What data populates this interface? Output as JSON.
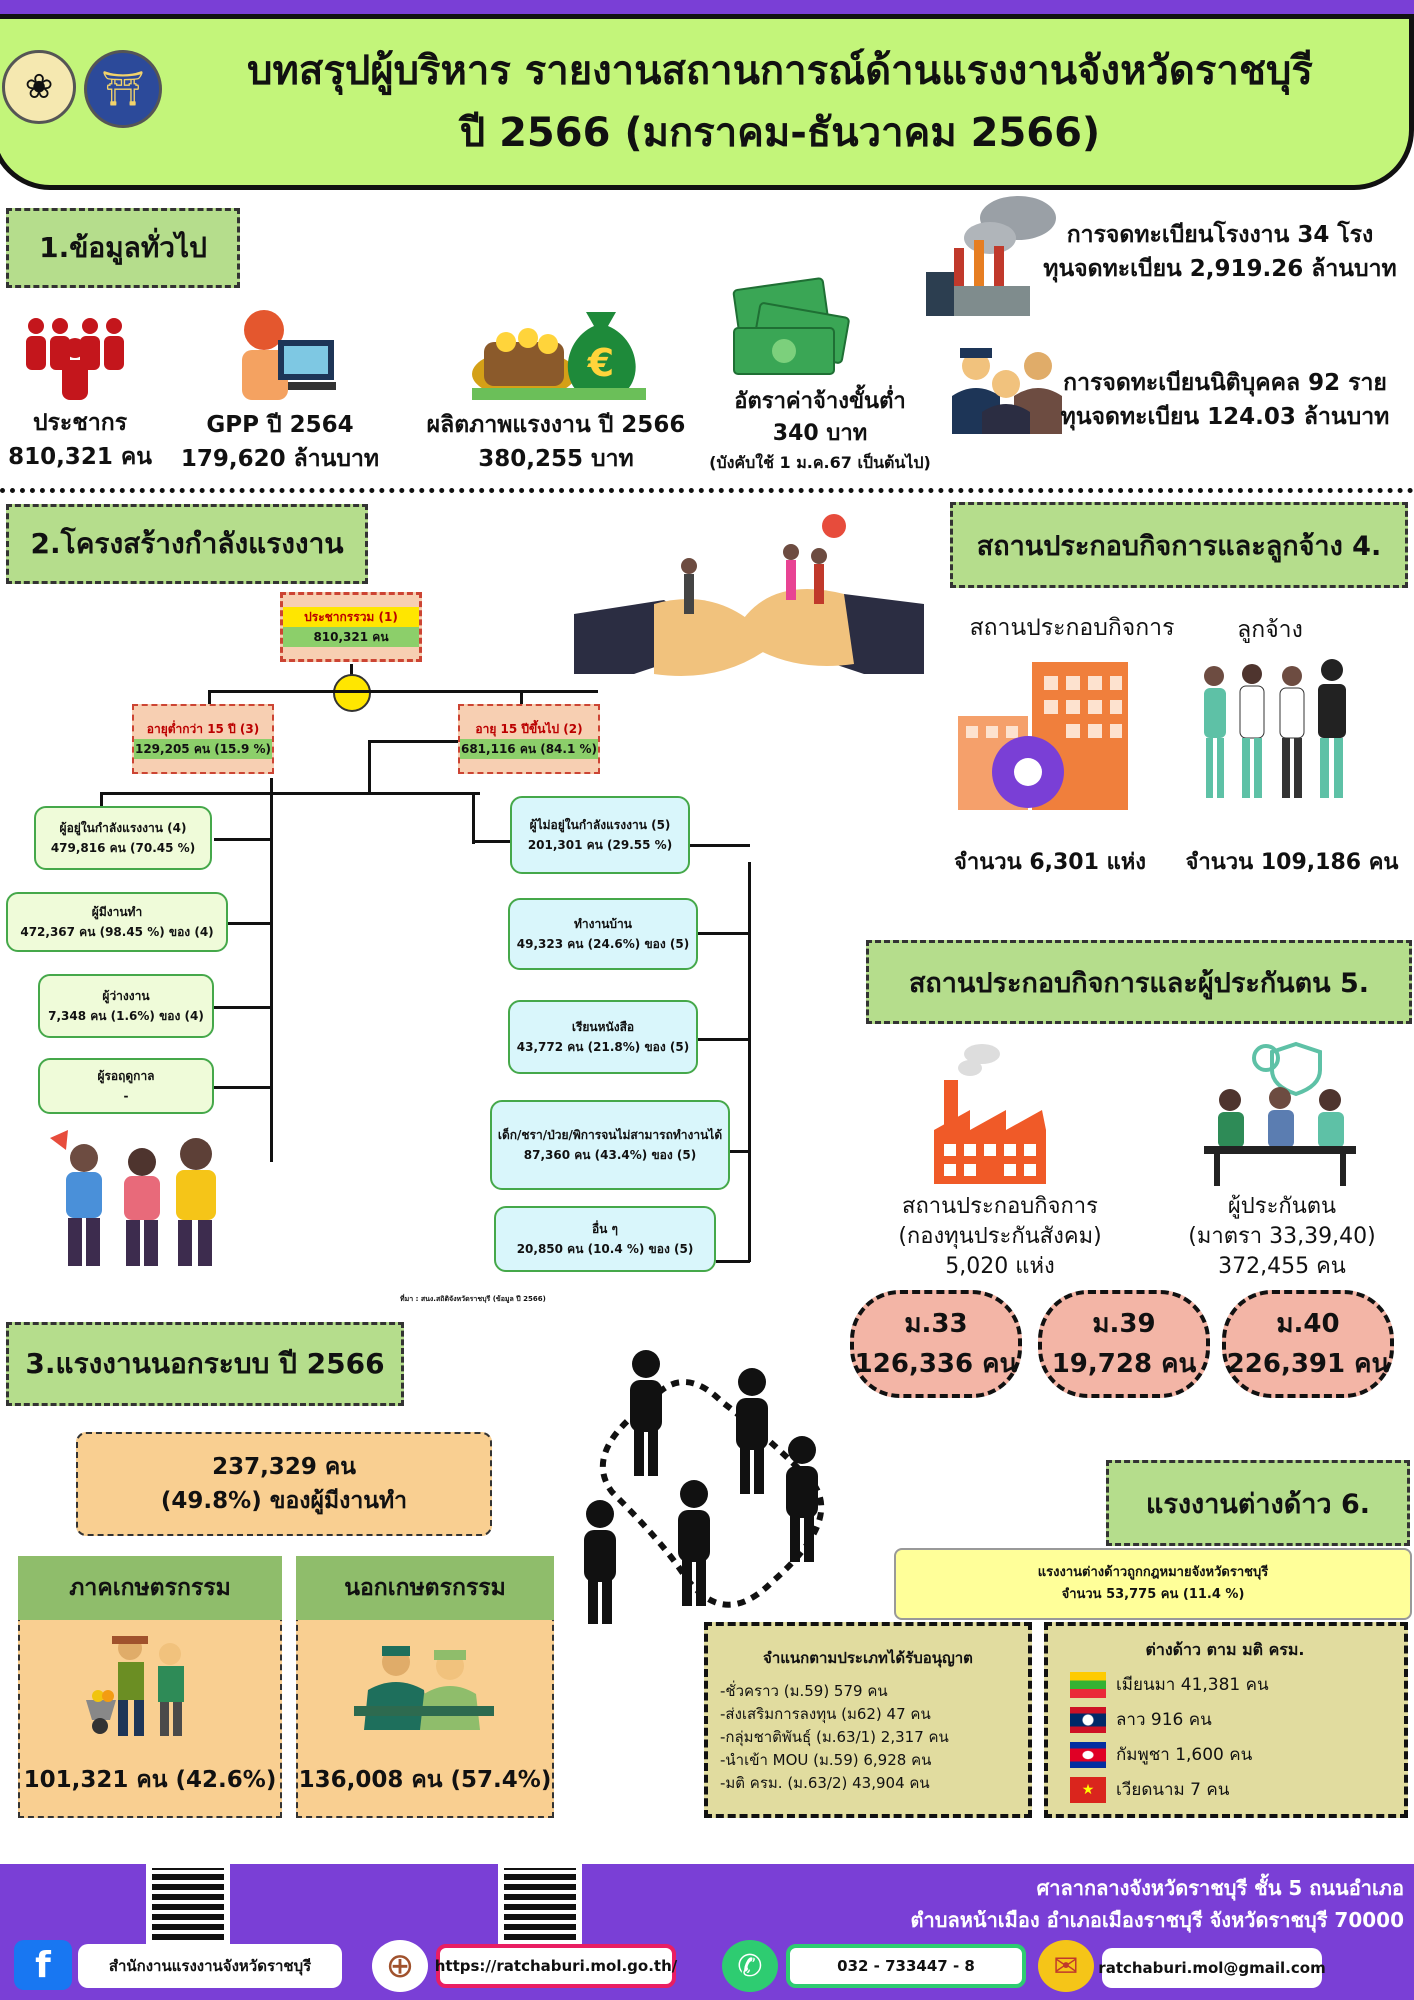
{
  "header": {
    "line1": "บทสรุปผู้บริหาร รายงานสถานการณ์ด้านแรงงานจังหวัดราชบุรี",
    "line2": "ปี 2566 (มกราคม-ธันวาคม 2566)"
  },
  "section1": {
    "title": "1.ข้อมูลทั่วไป",
    "population_label": "ประชากร",
    "population_value": "810,321 คน",
    "gpp_label": "GPP ปี 2564",
    "gpp_value": "179,620 ล้านบาท",
    "productivity_label": "ผลิตภาพแรงงาน ปี 2566",
    "productivity_value": "380,255 บาท",
    "wage_label": "อัตราค่าจ้างขั้นต่ำ",
    "wage_value": "340 บาท",
    "wage_note": "(บังคับใช้ 1 ม.ค.67 เป็นต้นไป)",
    "factory_line1": "การจดทะเบียนโรงงาน 34 โรง",
    "factory_line2": "ทุนจดทะเบียน 2,919.26 ล้านบาท",
    "juristic_line1": "การจดทะเบียนนิติบุคคล 92 ราย",
    "juristic_line2": "ทุนจดทะเบียน 124.03 ล้านบาท"
  },
  "section2": {
    "title": "2.โครงสร้างกำลังแรงงาน",
    "root": {
      "label": "ประชากรรวม (1)",
      "value": "810,321 คน"
    },
    "under15": {
      "label": "อายุต่ำกว่า 15 ปี (3)",
      "value": "129,205 คน (15.9 %)"
    },
    "over15": {
      "label": "อายุ 15 ปีขึ้นไป (2)",
      "value": "681,116 คน (84.1 %)"
    },
    "left_nodes": [
      {
        "label": "ผู้อยู่ในกำลังแรงงาน (4)",
        "value": "479,816 คน (70.45 %)"
      },
      {
        "label": "ผู้มีงานทำ",
        "value": "472,367 คน (98.45 %) ของ (4)"
      },
      {
        "label": "ผู้ว่างงาน",
        "value": "7,348 คน (1.6%) ของ (4)"
      },
      {
        "label": "ผู้รอฤดูกาล",
        "value": "-"
      }
    ],
    "right_nodes": [
      {
        "label": "ผู้ไม่อยู่ในกำลังแรงงาน (5)",
        "value": "201,301 คน (29.55 %)"
      },
      {
        "label": "ทำงานบ้าน",
        "value": "49,323 คน (24.6%) ของ (5)"
      },
      {
        "label": "เรียนหนังสือ",
        "value": "43,772 คน (21.8%) ของ (5)"
      },
      {
        "label": "เด็ก/ชรา/ป่วย/พิการจนไม่สามารถทำงานได้",
        "value": "87,360 คน (43.4%) ของ (5)"
      },
      {
        "label": "อื่น ๆ",
        "value": "20,850 คน (10.4 %) ของ (5)"
      }
    ],
    "source": "ที่มา : สนง.สถิติจังหวัดราชบุรี (ข้อมูล ปี 2566)"
  },
  "section3": {
    "title": "3.แรงงานนอกระบบ ปี 2566",
    "total_line1": "237,329  คน",
    "total_line2": "(49.8%) ของผู้มีงานทำ",
    "agri_label": "ภาคเกษตรกรรม",
    "agri_value": "101,321 คน (42.6%)",
    "nonagri_label": "นอกเกษตรกรรม",
    "nonagri_value": "136,008 คน (57.4%)"
  },
  "section4": {
    "title": "สถานประกอบกิจการและลูกจ้าง  4.",
    "est_label": "สถานประกอบกิจการ",
    "emp_label": "ลูกจ้าง",
    "est_value": "จำนวน 6,301 แห่ง",
    "emp_value": "จำนวน 109,186 คน"
  },
  "section5": {
    "title": "สถานประกอบกิจการและผู้ประกันตน  5.",
    "est_line1": "สถานประกอบกิจการ",
    "est_line2": "(กองทุนประกันสังคม)",
    "est_line3": "5,020 แห่ง",
    "ins_line1": "ผู้ประกันตน",
    "ins_line2": "(มาตรา 33,39,40)",
    "ins_line3": "372,455 คน",
    "m33_label": "ม.33",
    "m33_value": "126,336 คน",
    "m39_label": "ม.39",
    "m39_value": "19,728 คน",
    "m40_label": "ม.40",
    "m40_value": "226,391 คน"
  },
  "section6": {
    "title": "แรงงานต่างด้าว 6.",
    "legal_line1": "แรงงานต่างด้าวถูกกฎหมายจังหวัดราชบุรี",
    "legal_line2": "จำนวน 53,775 คน (11.4 %)",
    "permit_title": "จำแนกตามประเภทได้รับอนุญาต",
    "permits": [
      "-ชั่วคราว (ม.59)   579 คน",
      "-ส่งเสริมการลงทุน (ม62) 47 คน",
      "-กลุ่มชาติพันธุ์ (ม.63/1) 2,317 คน",
      "-นำเข้า MOU  (ม.59) 6,928 คน",
      "-มติ ครม. (ม.63/2) 43,904 คน"
    ],
    "cabinet_title": "ต่างด้าว  ตาม  มติ  ครม.",
    "countries": [
      {
        "text": "เมียนมา  41,381  คน",
        "flag": "myanmar"
      },
      {
        "text": "ลาว  916  คน",
        "flag": "laos"
      },
      {
        "text": "กัมพูชา  1,600  คน",
        "flag": "cambodia"
      },
      {
        "text": "เวียดนาม 7 คน",
        "flag": "vietnam"
      }
    ]
  },
  "footer": {
    "address_line1": "ศาลากลางจังหวัดราชบุรี ชั้น 5 ถนนอำเภอ",
    "address_line2": "ตำบลหน้าเมือง อำเภอเมืองราชบุรี จังหวัดราชบุรี 70000",
    "facebook": "สำนักงานแรงงานจังหวัดราชบุรี",
    "website": "https://ratchaburi.mol.go.th/",
    "phone": "032 - 733447 - 8",
    "email": "ratchaburi.mol@gmail.com"
  }
}
